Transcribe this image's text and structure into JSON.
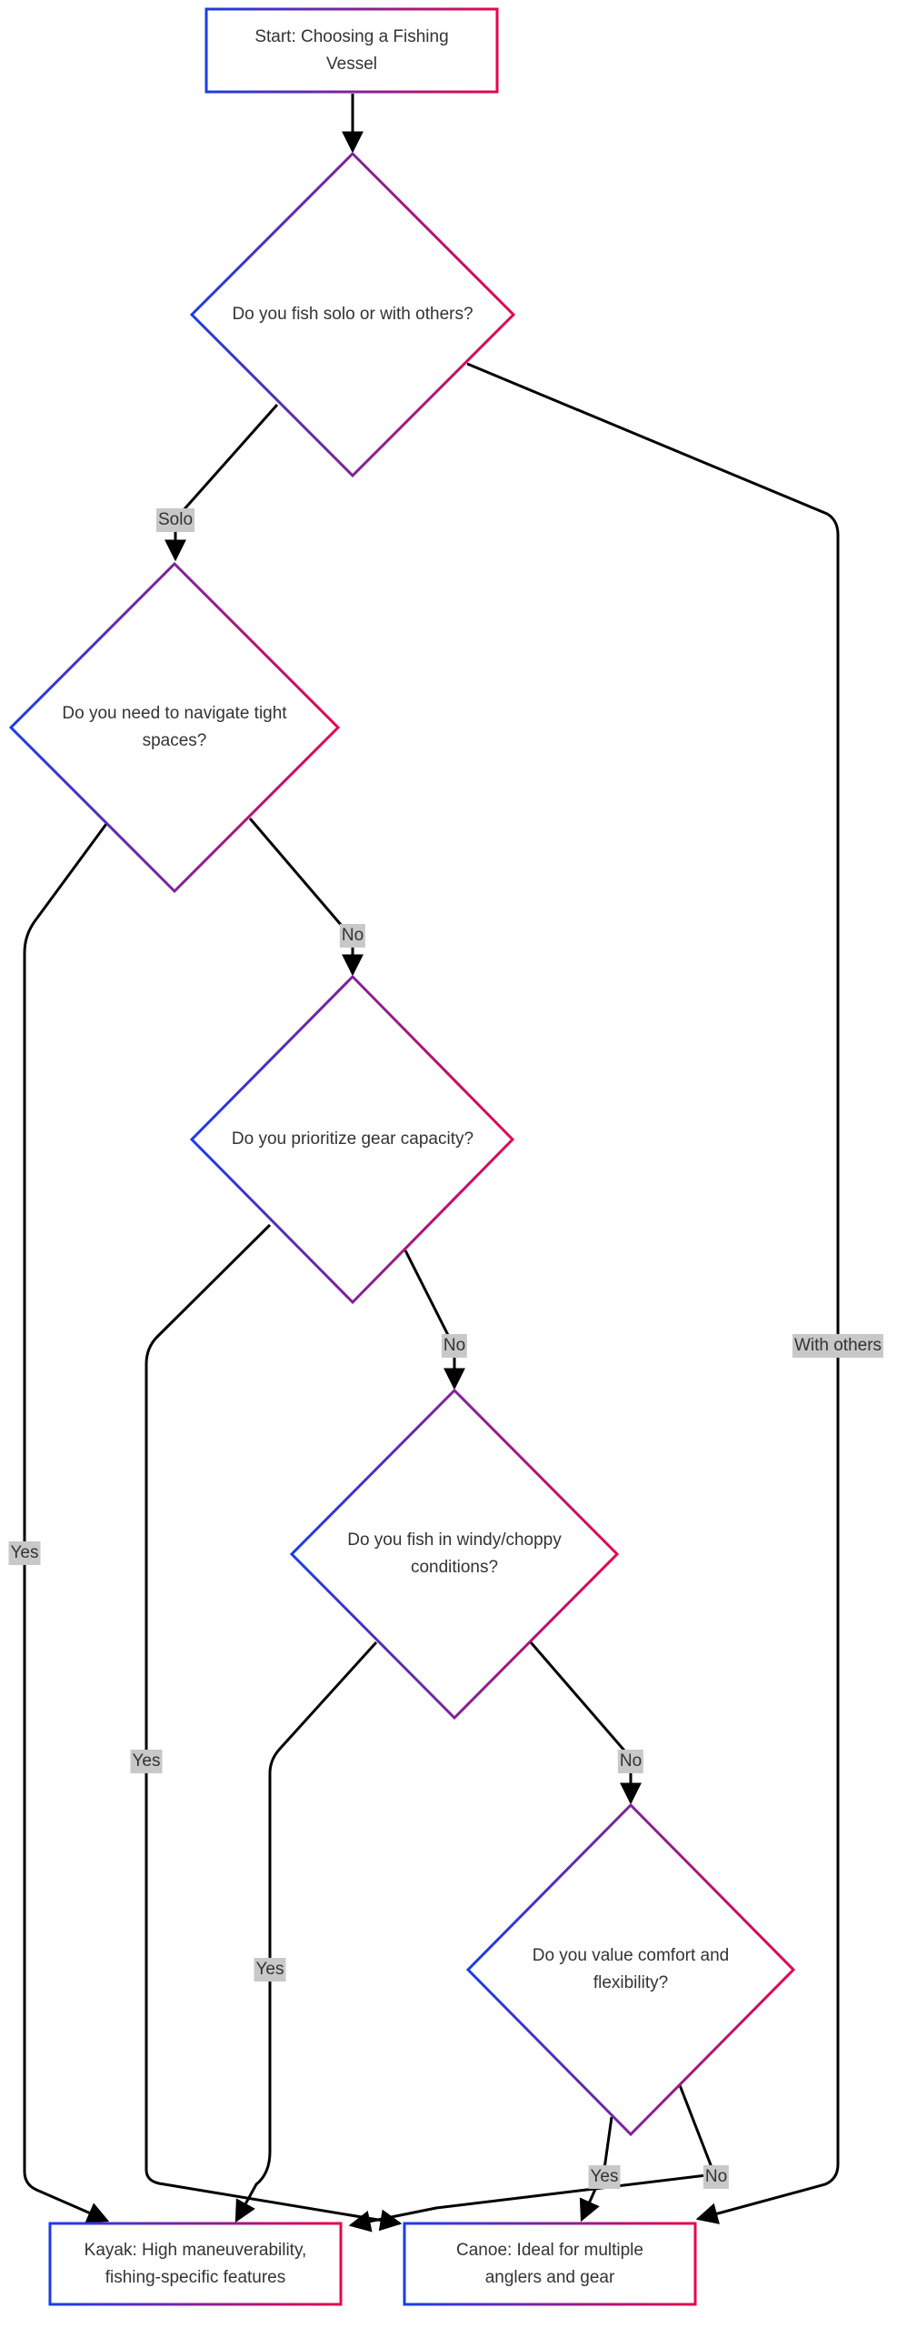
{
  "nodes": {
    "start": "Start: Choosing a Fishing Vessel",
    "q_solo": "Do you fish solo or with others?",
    "q_tight": "Do you need to navigate tight spaces?",
    "q_gear": "Do you prioritize gear capacity?",
    "q_wind": "Do you fish in windy/choppy conditions?",
    "q_comfort": "Do you value comfort and flexibility?",
    "kayak": "Kayak: High maneuverability, fishing-specific features",
    "canoe": "Canoe: Ideal for multiple anglers and gear"
  },
  "edges": {
    "solo": "Solo",
    "with_others": "With others",
    "tight_yes": "Yes",
    "tight_no": "No",
    "gear_yes": "Yes",
    "gear_no": "No",
    "wind_yes": "Yes",
    "wind_no": "No",
    "comfort_yes": "Yes",
    "comfort_no": "No"
  },
  "colors": {
    "gradient_start": "#1a3de6",
    "gradient_end": "#e6064e",
    "edge_line": "#000000",
    "edge_label_bg": "#c8c8c8"
  }
}
